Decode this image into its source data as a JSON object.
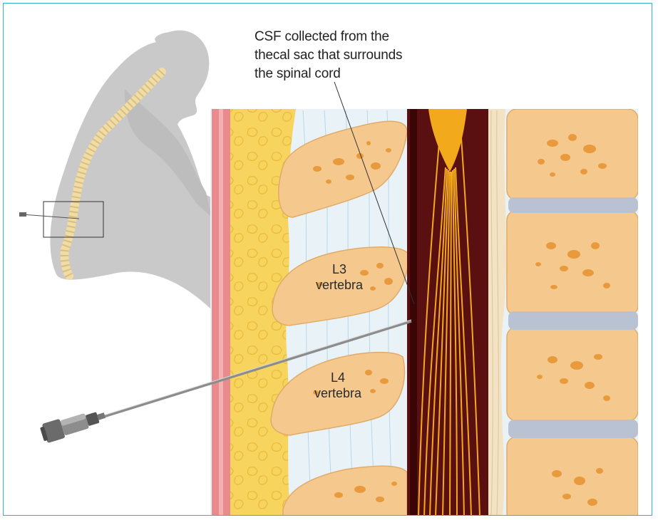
{
  "callout": {
    "lines": [
      "CSF collected from the",
      "thecal sac that surrounds",
      "the spinal cord"
    ]
  },
  "labels": {
    "l3": {
      "name": "L3",
      "word": "vertebra"
    },
    "l4": {
      "name": "L4",
      "word": "vertebra"
    }
  },
  "colors": {
    "frame": "#2fb3c9",
    "bone": "#f5c98e",
    "bone_edge": "#e0ab6a",
    "marrow": "#e89a3c",
    "fat": "#f7d45e",
    "skin": "#e98a8e",
    "ligament": "#dceff5",
    "canal": "#5a0f10",
    "nerve": "#f2a91c",
    "disc": "#b9c2d2",
    "silhouette": "#c9c9c9",
    "needle": "#9a9a9a"
  },
  "icons": [
    "human-silhouette",
    "spinal-column",
    "syringe-needle"
  ]
}
